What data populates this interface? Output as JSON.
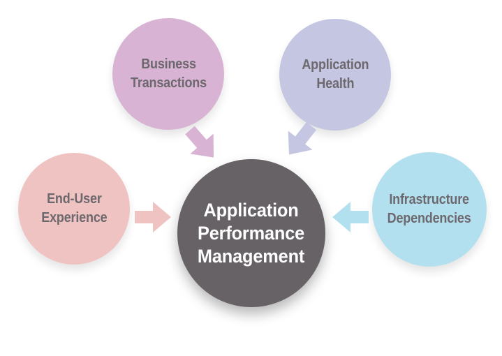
{
  "diagram": {
    "background": "#ffffff",
    "label_color": "#6c686d",
    "center_node": {
      "id": "application-performance-management",
      "lines": [
        "Application",
        "Performance",
        "Management"
      ],
      "fill": "#666266",
      "text_color": "#ffffff"
    },
    "nodes": [
      {
        "id": "business-transactions",
        "lines": [
          "Business",
          "Transactions"
        ],
        "fill": "#d8b3d3"
      },
      {
        "id": "application-health",
        "lines": [
          "Application",
          "Health"
        ],
        "fill": "#c5c6e1"
      },
      {
        "id": "end-user-experience",
        "lines": [
          "End-User",
          "Experience"
        ],
        "fill": "#f0c3c3"
      },
      {
        "id": "infrastructure-dependencies",
        "lines": [
          "Infrastructure",
          "Dependencies"
        ],
        "fill": "#b3e0ee"
      }
    ],
    "arrows": [
      {
        "id": "arrow-business-to-center",
        "fill": "#d8b3d3",
        "direction": "southeast"
      },
      {
        "id": "arrow-health-to-center",
        "fill": "#c5c6e1",
        "direction": "southwest"
      },
      {
        "id": "arrow-enduser-to-center",
        "fill": "#f0c3c3",
        "direction": "east"
      },
      {
        "id": "arrow-infrastructure-to-center",
        "fill": "#b3e0ee",
        "direction": "west"
      }
    ]
  }
}
